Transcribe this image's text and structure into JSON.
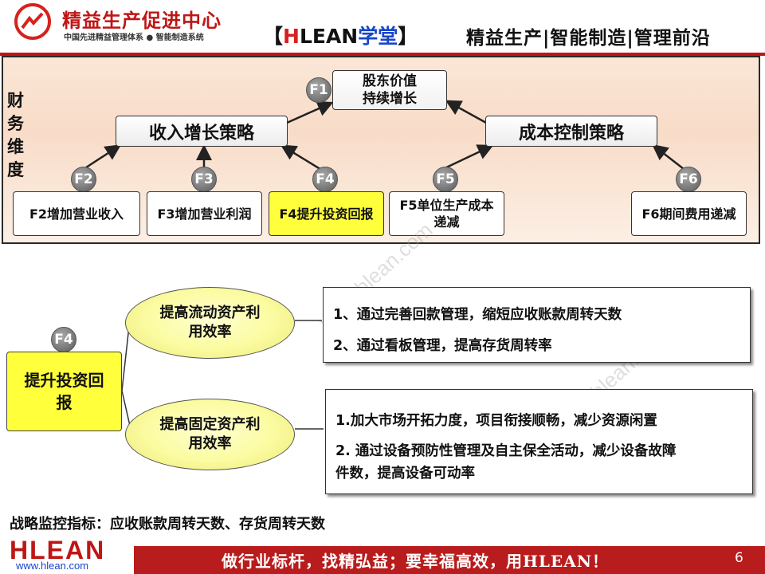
{
  "header": {
    "logo_title": "精益生产促进中心",
    "logo_subtitle": "中国先进精益管理体系 ● 智能制造系统",
    "brand_open": "【",
    "brand_h": "H",
    "brand_lean": "LEAN",
    "brand_suffix": "学堂",
    "brand_close": "】",
    "slogan": "精益生产|智能制造|管理前沿"
  },
  "financial": {
    "dimension_label": "财务维度",
    "f1": {
      "badge": "F1",
      "label": "股东价值\n持续增长"
    },
    "revenue_strategy": "收入增长策略",
    "cost_strategy": "成本控制策略",
    "items": [
      {
        "badge": "F2",
        "label": "F2增加营业收入"
      },
      {
        "badge": "F3",
        "label": "F3增加营业利润"
      },
      {
        "badge": "F4",
        "label": "F4提升投资回报"
      },
      {
        "badge": "F5",
        "label": "F5单位生产成本递减"
      },
      {
        "badge": "F6",
        "label": "F6期间费用递减"
      }
    ]
  },
  "detail": {
    "badge": "F4",
    "main_label": "提升投资回报",
    "ellipse_top": "提高流动资产利用效率",
    "ellipse_bottom": "提高固定资产利用效率",
    "actions_top": [
      "1、通过完善回款管理，缩短应收账款周转天数",
      "2、通过看板管理，提高存货周转率"
    ],
    "actions_bottom": [
      "1.加大市场开拓力度，项目衔接顺畅，减少资源闲置",
      "2. 通过设备预防性管理及自主保全活动，减少设备故障",
      "件数，提高设备可动率"
    ]
  },
  "monitor_text": "战略监控指标：应收账款周转天数、存货周转天数",
  "footer": {
    "logo": "HLEAN",
    "url": "www.hlean.com",
    "slogan": "做行业标杆，找精弘益；要幸福高效，用HLEAN！",
    "page": "6"
  },
  "watermarks": [
    "www.hlean.com",
    "hlean.com",
    "hlean"
  ],
  "colors": {
    "brand_red": "#c01515",
    "highlight_yellow": "#ffff3b",
    "brand_blue": "#1846c9"
  }
}
